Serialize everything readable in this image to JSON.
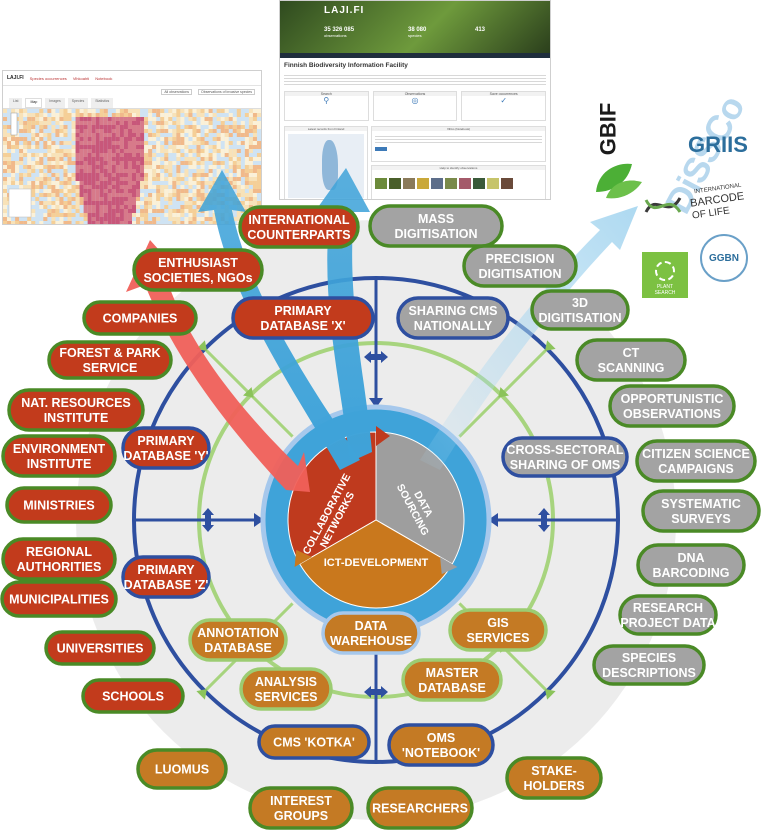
{
  "center": {
    "segments": [
      {
        "label": "COLLABORATIVE NETWORKS",
        "color": "#bf3a1e"
      },
      {
        "label": "DATA SOURCING",
        "color": "#9e9e9e"
      },
      {
        "label": "ICT-DEVELOPMENT",
        "color": "#c9781d"
      }
    ]
  },
  "network_nodes": [
    {
      "lines": [
        "INTERNATIONAL",
        "COUNTERPARTS"
      ],
      "kind": "red"
    },
    {
      "lines": [
        "ENTHUSIAST",
        "SOCIETIES, NGOs"
      ],
      "kind": "red"
    },
    {
      "lines": [
        "COMPANIES"
      ],
      "kind": "red"
    },
    {
      "lines": [
        "FOREST & PARK",
        "SERVICE"
      ],
      "kind": "red"
    },
    {
      "lines": [
        "NAT. RESOURCES",
        "INSTITUTE"
      ],
      "kind": "red"
    },
    {
      "lines": [
        "ENVIRONMENT",
        "INSTITUTE"
      ],
      "kind": "red"
    },
    {
      "lines": [
        "MINISTRIES"
      ],
      "kind": "red"
    },
    {
      "lines": [
        "REGIONAL",
        "AUTHORITIES"
      ],
      "kind": "red"
    },
    {
      "lines": [
        "MUNICIPALITIES"
      ],
      "kind": "red"
    },
    {
      "lines": [
        "UNIVERSITIES"
      ],
      "kind": "red"
    },
    {
      "lines": [
        "SCHOOLS"
      ],
      "kind": "red"
    },
    {
      "lines": [
        "PRIMARY",
        "DATABASE 'X'"
      ],
      "kind": "red-blue"
    },
    {
      "lines": [
        "PRIMARY",
        "DATABASE 'Y'"
      ],
      "kind": "red-blue"
    },
    {
      "lines": [
        "PRIMARY",
        "DATABASE 'Z'"
      ],
      "kind": "red-blue"
    }
  ],
  "sourcing_nodes": [
    {
      "lines": [
        "MASS",
        "DIGITISATION"
      ],
      "kind": "grey"
    },
    {
      "lines": [
        "PRECISION",
        "DIGITISATION"
      ],
      "kind": "grey"
    },
    {
      "lines": [
        "3D",
        "DIGITISATION"
      ],
      "kind": "grey"
    },
    {
      "lines": [
        "CT",
        "SCANNING"
      ],
      "kind": "grey"
    },
    {
      "lines": [
        "OPPORTUNISTIC",
        "OBSERVATIONS"
      ],
      "kind": "grey"
    },
    {
      "lines": [
        "CITIZEN SCIENCE",
        "CAMPAIGNS"
      ],
      "kind": "grey"
    },
    {
      "lines": [
        "SYSTEMATIC",
        "SURVEYS"
      ],
      "kind": "grey"
    },
    {
      "lines": [
        "DNA",
        "BARCODING"
      ],
      "kind": "grey"
    },
    {
      "lines": [
        "RESEARCH",
        "PROJECT DATA"
      ],
      "kind": "grey"
    },
    {
      "lines": [
        "SPECIES",
        "DESCRIPTIONS"
      ],
      "kind": "grey"
    },
    {
      "lines": [
        "SHARING CMS",
        "NATIONALLY"
      ],
      "kind": "grey-blue"
    },
    {
      "lines": [
        "CROSS-SECTORAL",
        "SHARING OF OMS"
      ],
      "kind": "grey-blue"
    }
  ],
  "ict_nodes": [
    {
      "lines": [
        "DATA",
        "WAREHOUSE"
      ],
      "kind": "orange-lblue"
    },
    {
      "lines": [
        "ANNOTATION",
        "DATABASE"
      ],
      "kind": "orange-lgreen"
    },
    {
      "lines": [
        "GIS",
        "SERVICES"
      ],
      "kind": "orange-lgreen"
    },
    {
      "lines": [
        "ANALYSIS",
        "SERVICES"
      ],
      "kind": "orange-lgreen"
    },
    {
      "lines": [
        "MASTER",
        "DATABASE"
      ],
      "kind": "orange-lgreen"
    },
    {
      "lines": [
        "CMS 'KOTKA'"
      ],
      "kind": "orange-blue"
    },
    {
      "lines": [
        "OMS",
        "'NOTEBOOK'"
      ],
      "kind": "orange-blue"
    },
    {
      "lines": [
        "LUOMUS"
      ],
      "kind": "orange"
    },
    {
      "lines": [
        "INTEREST",
        "GROUPS"
      ],
      "kind": "orange"
    },
    {
      "lines": [
        "RESEARCHERS"
      ],
      "kind": "orange"
    },
    {
      "lines": [
        "STAKE-",
        "HOLDERS"
      ],
      "kind": "orange"
    }
  ],
  "screenshot_map": {
    "brand": "LAJI.FI",
    "menu": [
      "Species occurrences",
      "Vihkoahti",
      "Notebook"
    ],
    "filter_buttons": [
      "All observations",
      "Observations of invasive species"
    ],
    "tabs": [
      "List",
      "Map",
      "Images",
      "Species",
      "Statistics"
    ]
  },
  "screenshot_portal": {
    "brand": "LAJI.FI",
    "stats": [
      {
        "value": "35 326 085",
        "label": "observations"
      },
      {
        "value": "38 080",
        "label": "species"
      },
      {
        "value": "413",
        "label": ""
      }
    ],
    "title": "Finnish Biodiversity Information Facility",
    "cards": [
      "Search",
      "Observations",
      "Save occurrences"
    ],
    "sections": [
      "Latest records from Finland",
      "Vihko (Notebook)",
      "Help to identify observations"
    ]
  },
  "logos": {
    "gbif": "GBIF",
    "disscco": "DiSSCo",
    "griis": "GRIIS",
    "ibol": [
      "INTERNATIONAL",
      "BARCODE",
      "OF LIFE"
    ],
    "ggbn": "GGBN",
    "plant_search": [
      "PLANT",
      "SEARCH"
    ]
  },
  "colors": {
    "red_fill": "#c23b1c",
    "red_border": "#3d7a1f",
    "grey_fill": "#a3a3a3",
    "orange_fill": "#c47a24",
    "blue_ring": "#2e4fa0",
    "green_ring": "#9ccc72",
    "center_blue": "#3fa3d9"
  }
}
